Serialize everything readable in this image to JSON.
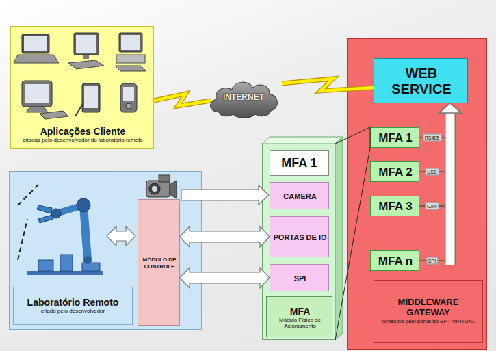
{
  "diagram": {
    "nodes": [
      {
        "text": [
          "Aplicações Cliente",
          "criadas pelo desenvolvedor do laboratório remoto"
        ]
      },
      {
        "text": [
          "INTERNET"
        ]
      },
      {
        "text": [
          "MIDDLEWARE GATEWAY",
          "fornecido pelo portal do EPT-VIRTUAL"
        ]
      },
      {
        "text": [
          "WEB SERVICE"
        ],
        "in": 2
      },
      {
        "text": [
          "MFA 1"
        ],
        "in": 2
      },
      {
        "text": [
          "MFA 2"
        ],
        "in": 2
      },
      {
        "text": [
          "MFA 3"
        ],
        "in": 2
      },
      {
        "text": [
          "MFA n"
        ],
        "in": 2
      },
      {
        "text": [
          "MFA 1"
        ]
      },
      {
        "text": [
          "CAMERA"
        ],
        "in": 8
      },
      {
        "text": [
          "PORTAS DE IO"
        ],
        "in": 8
      },
      {
        "text": [
          "SPI"
        ],
        "in": 8
      },
      {
        "text": [
          "MFA",
          "Módulo Físico de Acionamento"
        ],
        "in": 8
      },
      {
        "text": [
          "Laboratório Remoto",
          "criado pelo desenvolvedor"
        ]
      },
      {
        "text": [
          "MÓDULO DE CONTROLE"
        ],
        "in": 13
      }
    ],
    "edges": [
      {
        "from": 0,
        "to": 1,
        "arrow": "none"
      },
      {
        "from": 1,
        "to": 3,
        "arrow": "none"
      },
      {
        "from": 4,
        "to": 3,
        "label": "RS485",
        "arrow": "to"
      },
      {
        "from": 5,
        "to": 3,
        "label": "USB",
        "arrow": "to"
      },
      {
        "from": 6,
        "to": 3,
        "label": "CAN",
        "arrow": "to"
      },
      {
        "from": 7,
        "to": 3,
        "label": "SPI",
        "arrow": "to"
      },
      {
        "from": 4,
        "to": 8,
        "arrow": "none"
      },
      {
        "from": 14,
        "to": 10,
        "arrow": "both"
      },
      {
        "from": 14,
        "to": 11,
        "arrow": "both"
      }
    ]
  }
}
